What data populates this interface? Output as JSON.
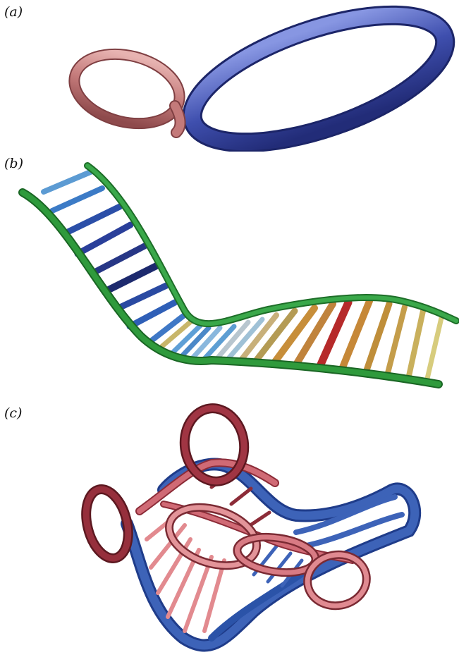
{
  "panels": [
    {
      "label": "(a)",
      "ring_colors": [
        "#c47a7a",
        "#3f4fae"
      ]
    },
    {
      "label": "(b)",
      "strand_color": "#2f9a3c"
    },
    {
      "label": "(c)",
      "strand_colors": [
        "#b2475c",
        "#3d63b8"
      ]
    }
  ]
}
